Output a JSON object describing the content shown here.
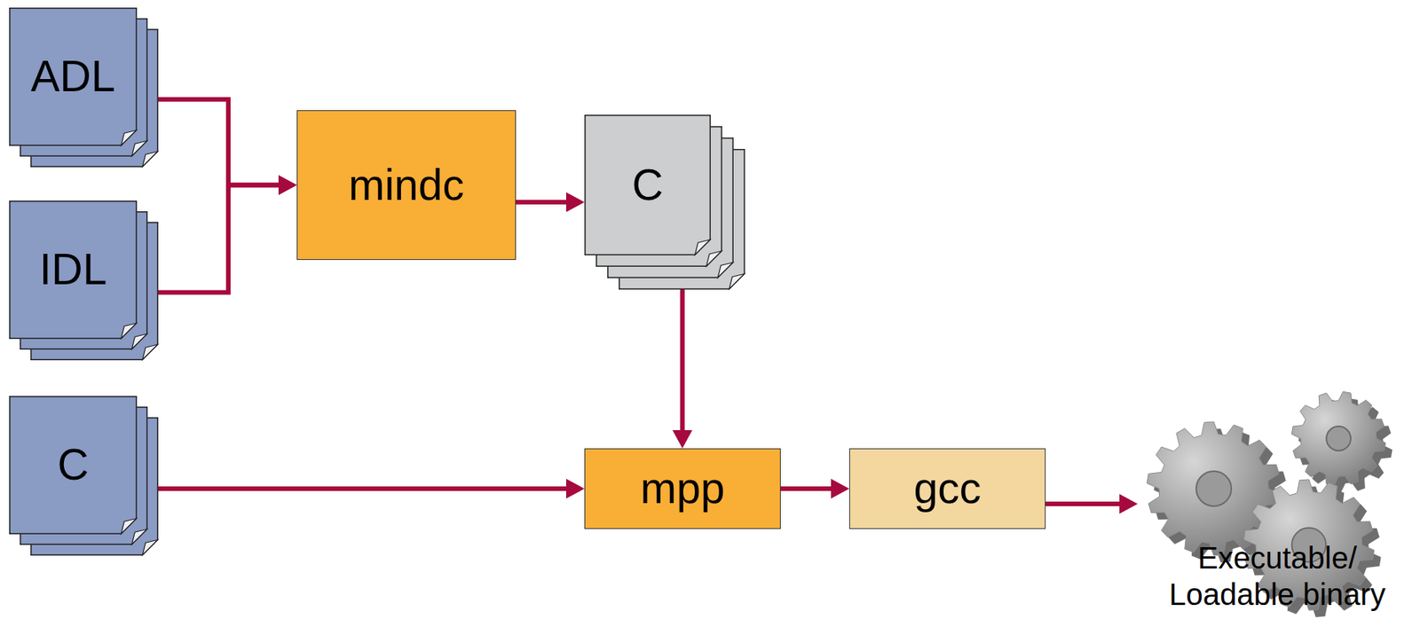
{
  "diagram": {
    "nodes": [
      {
        "text": [
          "ADL"
        ]
      },
      {
        "text": [
          "IDL"
        ]
      },
      {
        "text": [
          "mindc"
        ]
      },
      {
        "text": [
          "C"
        ]
      },
      {
        "text": [
          "C"
        ]
      },
      {
        "text": [
          "mpp"
        ]
      },
      {
        "text": [
          "gcc"
        ]
      },
      {
        "text": [
          "Executable/ Loadable binary"
        ]
      }
    ],
    "edges": [
      {
        "from": 0,
        "to": 2,
        "arrow": "to"
      },
      {
        "from": 1,
        "to": 2,
        "arrow": "to"
      },
      {
        "from": 2,
        "to": 3,
        "arrow": "to"
      },
      {
        "from": 3,
        "to": 5,
        "arrow": "to"
      },
      {
        "from": 4,
        "to": 5,
        "arrow": "to"
      },
      {
        "from": 5,
        "to": 6,
        "arrow": "to"
      },
      {
        "from": 6,
        "to": 7,
        "arrow": "to"
      }
    ]
  }
}
